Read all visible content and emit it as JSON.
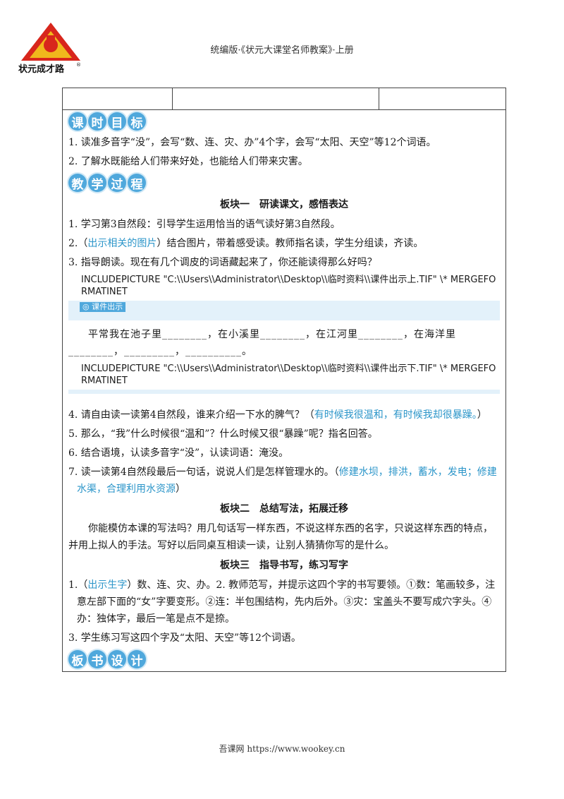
{
  "header": {
    "title": "统编版·《状元大课堂名师教案》·上册",
    "logo_text": "状元成才路",
    "logo_mark": "®"
  },
  "section_objectives": {
    "chars": [
      "课",
      "时",
      "目",
      "标"
    ]
  },
  "objectives": [
    "1. 读准多音字“没”，会写“数、连、灾、办”4个字，会写“太阳、天空”等12个词语。",
    "2. 了解水既能给人们带来好处，也能给人们带来灾害。"
  ],
  "section_process": {
    "chars": [
      "教",
      "学",
      "过",
      "程"
    ]
  },
  "block1": {
    "title": "板块一　研读课文，感悟表达",
    "item1": "1. 学习第3自然段：引导学生运用恰当的语气读好第3自然段。",
    "item2_prefix": "2.（",
    "item2_blue": "出示相关的图片",
    "item2_suffix": "）结合图片，带着感受读。教师指名读，学生分组读，齐读。",
    "item3": "3. 指导朗读。现在有几个调皮的词语藏起来了，你还能读得那么好吗？",
    "include1": "INCLUDEPICTURE \"C:\\\\Users\\\\Administrator\\\\Desktop\\\\临时资料\\\\课件出示上.TIF\" \\* MERGEFORMATINET",
    "courseware_tag": "◎ 课件出示",
    "fill_line": "平常我在池子里________，在小溪里________，在江河里________，在海洋里________，_________，__________。",
    "include2": "INCLUDEPICTURE \"C:\\\\Users\\\\Administrator\\\\Desktop\\\\临时资料\\\\课件出示下.TIF\" \\* MERGEFORMATINET",
    "item4_prefix": "4. 请自由读一读第4自然段，谁来介绍一下水的脾气？（",
    "item4_blue": "有时候我很温和，有时候我却很暴躁。",
    "item4_suffix": "）",
    "item5": "5. 那么，“我”什么时候很“温和”？什么时候又很“暴躁”呢？指名回答。",
    "item6": "6. 结合语境，认读多音字“没”，认读词语：淹没。",
    "item7_prefix": "7. 读一读第4自然段最后一句话，说说人们是怎样管理水的。（",
    "item7_blue": "修建水坝，排洪，蓄水，发电；修建水渠，合理利用水资源",
    "item7_suffix": "）"
  },
  "block2": {
    "title": "板块二　总结写法，拓展迁移",
    "para": "你能模仿本课的写法吗？用几句话写一样东西，不说这样东西的名字，只说这样东西的特点，并用上拟人的手法。写好以后同桌互相读一读，让别人猜猜你写的是什么。"
  },
  "block3": {
    "title": "板块三　指导书写，练习写字",
    "item1_prefix": "1.（",
    "item1_blue": "出示生字",
    "item1_suffix": "）数、连、灾、办。2. 教师范写，并提示这四个字的书写要领。①数：笔画较多，注意左部下面的“女”字要变形。②连：半包围结构，先内后外。③灾：宝盖头不要写成穴字头。④办：独体字，最后一笔是点不是捺。",
    "item3": "3. 学生练习写这四个字及“太阳、天空”等12个词语。"
  },
  "section_board": {
    "chars": [
      "板",
      "书",
      "设",
      "计"
    ]
  },
  "footer": {
    "text": "吾课网 https://www.wookey.cn"
  }
}
